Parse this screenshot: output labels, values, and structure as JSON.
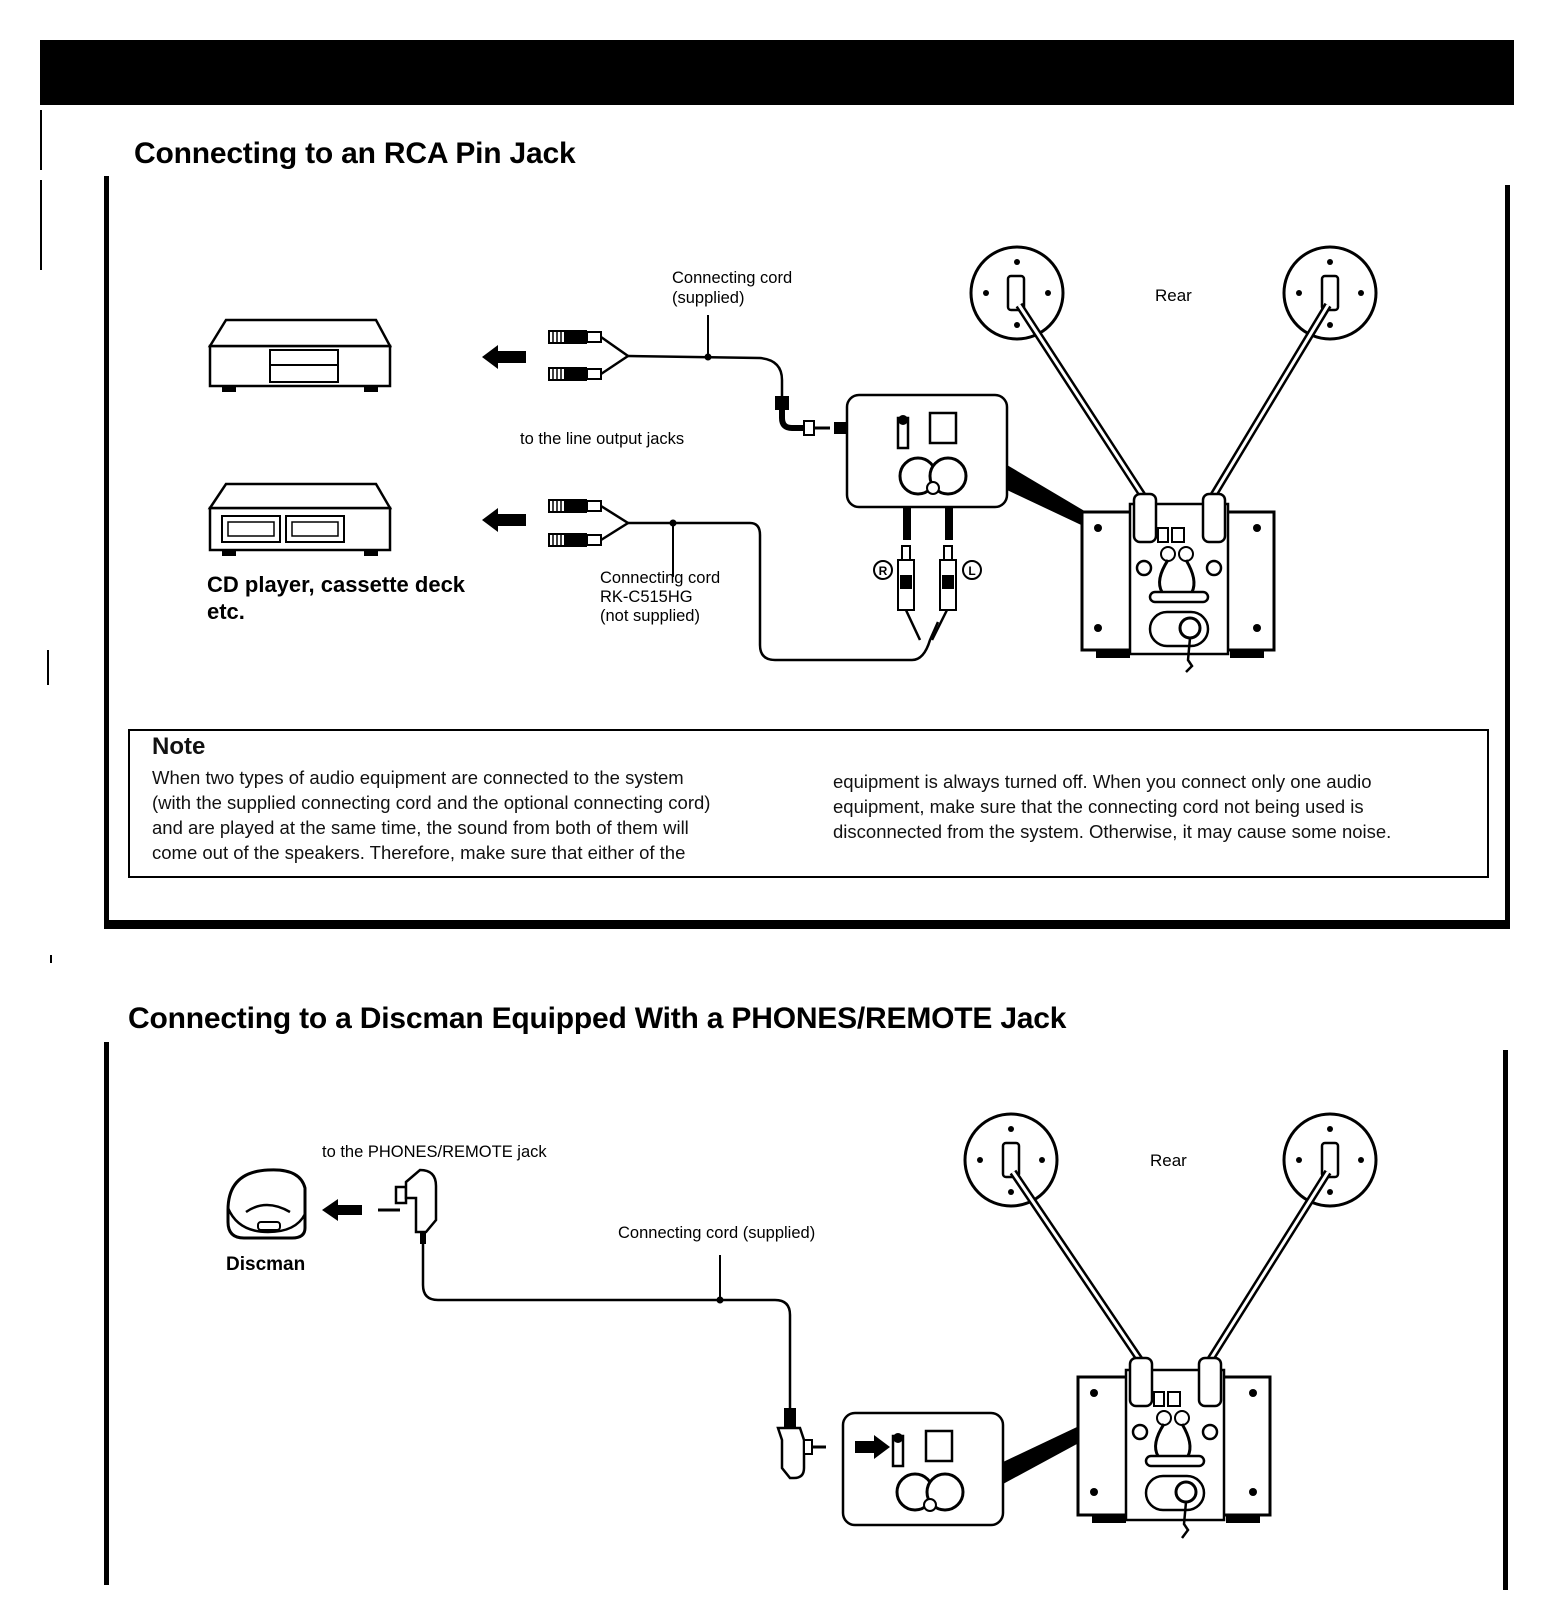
{
  "section1": {
    "title": "Connecting to an RCA Pin Jack",
    "labels": {
      "cord_supplied": [
        "Connecting cord",
        "(supplied)"
      ],
      "rear": "Rear",
      "line_output": "to the line output jacks",
      "device_caption": [
        "CD player, cassette deck",
        "etc."
      ],
      "cord_optional": [
        "Connecting cord",
        "RK-C515HG",
        "(not supplied)"
      ],
      "right_mark": "R",
      "left_mark": "L"
    },
    "note": {
      "title": "Note",
      "col1": "When two types of audio equipment are connected to the system\n(with the supplied connecting cord and the optional connecting cord)\nand are played at the same time, the sound from both of them will\ncome out of the speakers.  Therefore, make sure that either of the",
      "col2": "equipment is always turned off.  When you connect only one audio\nequipment, make sure that the connecting cord not being used is\ndisconnected from the system.  Otherwise, it may cause some noise."
    }
  },
  "section2": {
    "title": "Connecting to a Discman Equipped With a PHONES/REMOTE Jack",
    "labels": {
      "phones_jack": "to the PHONES/REMOTE jack",
      "cord_supplied": "Connecting cord (supplied)",
      "rear": "Rear",
      "discman": "Discman"
    }
  }
}
